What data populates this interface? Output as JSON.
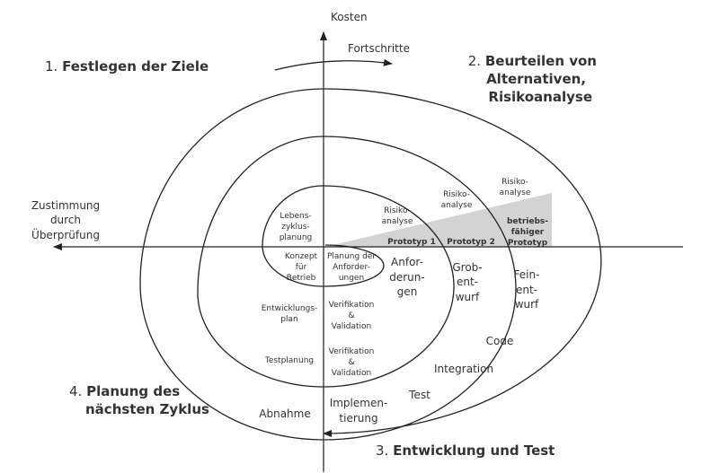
{
  "axes": {
    "top": "Kosten",
    "left": [
      "Zustimmung",
      "durch",
      "Überprüfung"
    ]
  },
  "progress_label": "Fortschritte",
  "quadrants": {
    "q1": {
      "num": "1.",
      "title": "Festlegen der Ziele"
    },
    "q2": {
      "num": "2.",
      "lines": [
        "Beurteilen von",
        "Alternativen,",
        "Risikoanalyse"
      ]
    },
    "q3": {
      "num": "3.",
      "title": "Entwicklung und Test"
    },
    "q4": {
      "num": "4.",
      "lines": [
        "Planung des",
        "nächsten Zyklus"
      ]
    }
  },
  "cycle1": {
    "lebens": [
      "Lebens-",
      "zyklus-",
      "planung"
    ],
    "konzept": [
      "Konzept",
      "für",
      "Betrieb"
    ],
    "planung": [
      "Planung der",
      "Anforder-",
      "ungen"
    ],
    "risiko": [
      "Risiko-",
      "analyse"
    ],
    "prototyp": "Prototyp 1"
  },
  "cycle2": {
    "risiko": [
      "Risiko-",
      "analyse"
    ],
    "prototyp": "Prototyp 2",
    "anforderungen": [
      "Anfor-",
      "derun-",
      "gen"
    ],
    "entwicklungsplan": [
      "Entwicklungs-",
      "plan"
    ],
    "verifikation": [
      "Verifikation",
      "&",
      "Validation"
    ]
  },
  "cycle3": {
    "risiko": [
      "Risiko-",
      "analyse"
    ],
    "prototyp": [
      "betriebs-",
      "fähiger",
      "Prototyp"
    ],
    "grobentwurf": [
      "Grob-",
      "ent-",
      "wurf"
    ],
    "testplanung": "Testplanung",
    "verifikation": [
      "Verifikation",
      "&",
      "Validation"
    ]
  },
  "cycle4": {
    "feinentwurf": [
      "Fein-",
      "ent-",
      "wurf"
    ],
    "code": "Code",
    "integration": "Integration",
    "test": "Test",
    "implementierung": [
      "Implemen-",
      "tierung"
    ],
    "abnahme": "Abnahme"
  }
}
